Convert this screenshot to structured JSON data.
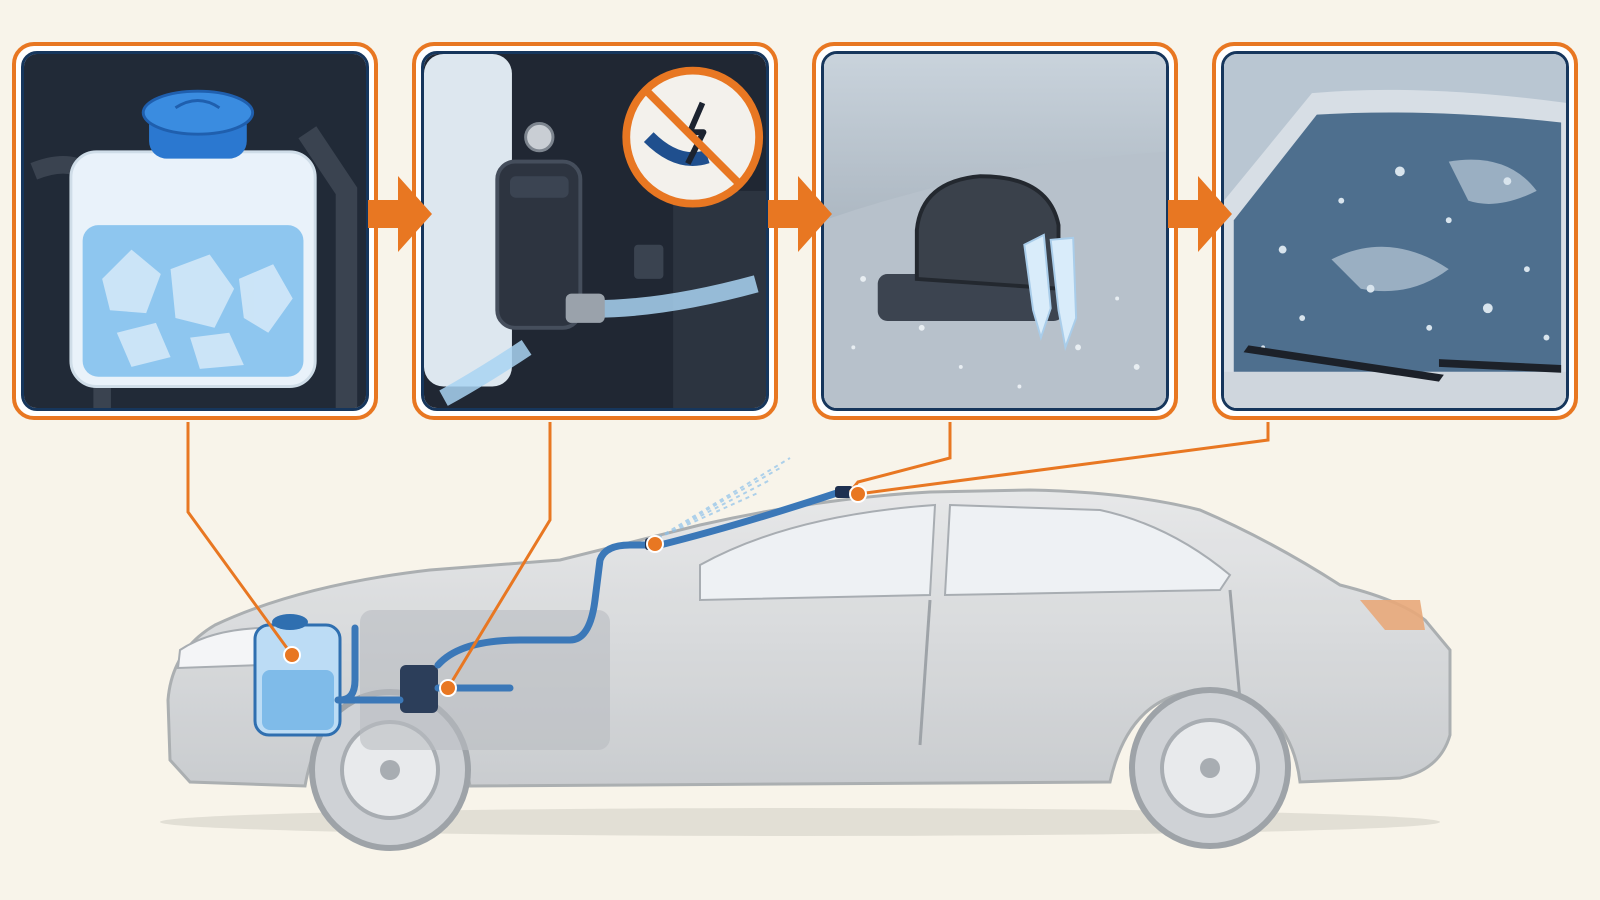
{
  "steps": [
    {
      "name": "frozen-washer-reservoir",
      "icon": "ice-filled-reservoir"
    },
    {
      "name": "washer-pump",
      "icon": "no-power-warning-icon"
    },
    {
      "name": "iced-spray-nozzle",
      "icon": "frozen-nozzle"
    },
    {
      "name": "frosted-windshield",
      "icon": "windshield-with-wiper"
    }
  ],
  "colors": {
    "accent": "#e87722",
    "frame": "#16365c",
    "ice": "#6fb4e8",
    "background": "#f8f4ea",
    "car_body": "#c9ccd0"
  }
}
